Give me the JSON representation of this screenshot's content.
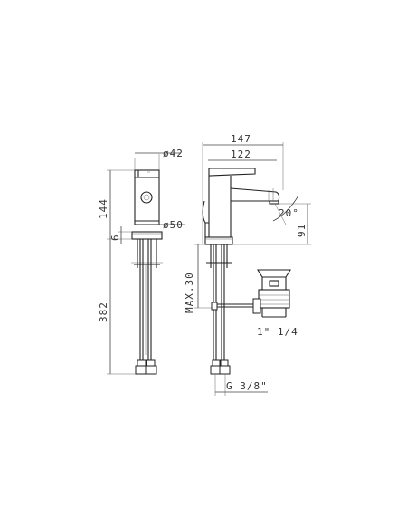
{
  "dimensions": {
    "dia_42": "ø42",
    "dia_50": "ø50",
    "height_144": "144",
    "height_6": "6",
    "height_382": "382",
    "width_147": "147",
    "width_122": "122",
    "angle_20": "20°",
    "height_91": "91",
    "max_30": "MAX.30",
    "thread_1_1_4": "1\" 1/4",
    "thread_g38": "G 3/8\""
  },
  "colors": {
    "line": "#444444",
    "text": "#333333"
  }
}
